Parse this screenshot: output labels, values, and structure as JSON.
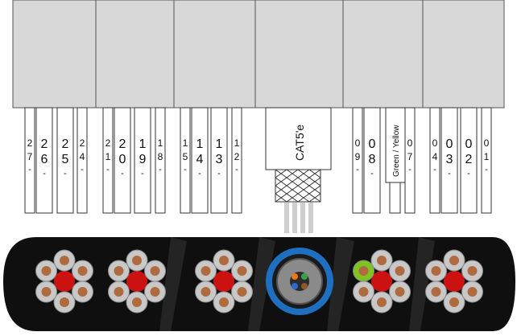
{
  "connector_label": "CAT5'e",
  "earth_label": "Green / Yellow",
  "tags": [
    {
      "id": "27",
      "d1": "2",
      "d2": "7"
    },
    {
      "id": "26",
      "d1": "2",
      "d2": "6"
    },
    {
      "id": "25",
      "d1": "2",
      "d2": "5"
    },
    {
      "id": "24",
      "d1": "2",
      "d2": "4"
    },
    {
      "id": "21",
      "d1": "2",
      "d2": "1"
    },
    {
      "id": "20",
      "d1": "2",
      "d2": "0"
    },
    {
      "id": "19",
      "d1": "1",
      "d2": "9"
    },
    {
      "id": "18",
      "d1": "1",
      "d2": "8"
    },
    {
      "id": "15",
      "d1": "1",
      "d2": "5"
    },
    {
      "id": "14",
      "d1": "1",
      "d2": "4"
    },
    {
      "id": "13",
      "d1": "1",
      "d2": "3"
    },
    {
      "id": "12",
      "d1": "1",
      "d2": "2"
    },
    {
      "id": "09",
      "d1": "0",
      "d2": "9"
    },
    {
      "id": "08",
      "d1": "0",
      "d2": "8"
    },
    {
      "id": "07",
      "d1": "0",
      "d2": "7"
    },
    {
      "id": "04",
      "d1": "0",
      "d2": "4"
    },
    {
      "id": "03",
      "d1": "0",
      "d2": "3"
    },
    {
      "id": "02",
      "d1": "0",
      "d2": "2"
    },
    {
      "id": "01",
      "d1": "0",
      "d2": "1"
    }
  ],
  "dash": "-",
  "colors": {
    "panel": "#d8d8d8",
    "cable_body": "#111111",
    "strand": "#c8c8c8",
    "copper": "#b06a40",
    "core": "#cc1111",
    "cat5_ring": "#1e6fc0",
    "earth": "#7fc320"
  }
}
